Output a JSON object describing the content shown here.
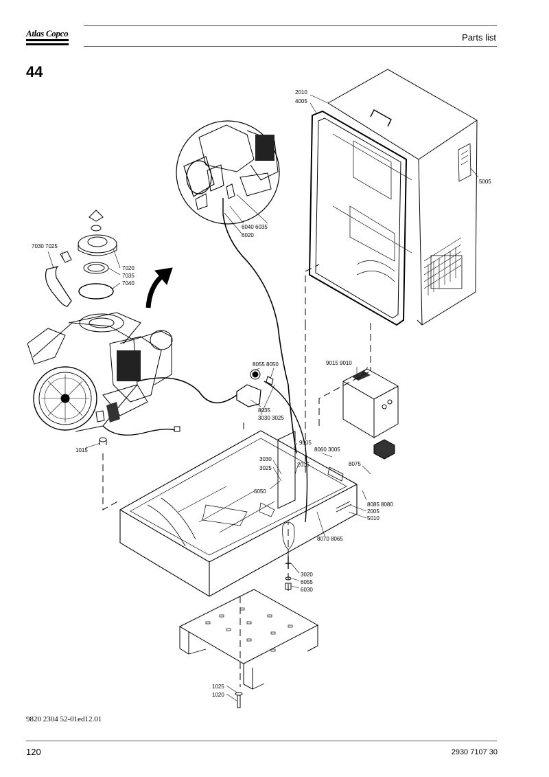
{
  "header": {
    "brand": "Atlas Copco",
    "title": "Parts list"
  },
  "section": "44",
  "diagram": {
    "callouts": {
      "c2010": "2010",
      "c4005": "4005",
      "c5005": "5005",
      "c6040_6035": "6040 6035",
      "c6020": "6020",
      "c7030_7025": "7030 7025",
      "c7020": "7020",
      "c7035": "7035",
      "c7040": "7040",
      "c8055_8050": "8055  8050",
      "c8035": "8035",
      "c3030_3025_a": "3030 3025",
      "c9015_9010": "9015  9010",
      "c1015": "1015",
      "c9005": "9005",
      "c8060_3005": "8060 3005",
      "c3030": "3030",
      "c3025": "3025",
      "c2015": "2015",
      "c8075": "8075",
      "c6050": "6050",
      "c8085_8080": "8085 8080",
      "c2005": "2005",
      "c5010": "5010",
      "c8070_8065": "8070 8065",
      "c3020": "3020",
      "c6055": "6055",
      "c6030": "6030",
      "c1025": "1025",
      "c1020": "1020"
    }
  },
  "footer": {
    "doc_ref": "9820 2304 52-01ed12.01",
    "page_number": "120",
    "part_number": "2930 7107 30"
  }
}
